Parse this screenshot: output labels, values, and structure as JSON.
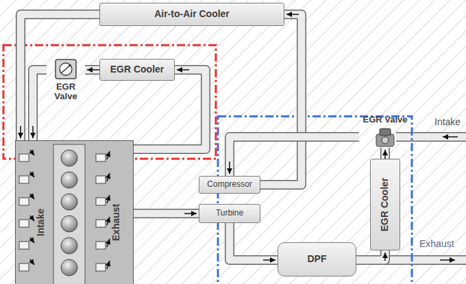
{
  "diagram": {
    "nodes": [
      {
        "text": [
          "Air-to-Air Cooler"
        ]
      },
      {
        "text": [
          "EGR Cooler"
        ]
      },
      {
        "text": [
          "EGR Valve"
        ]
      },
      {
        "text": [
          "Intake",
          "Exhaust"
        ]
      },
      {
        "text": [
          "Compressor"
        ]
      },
      {
        "text": [
          "Turbine"
        ]
      },
      {
        "text": [
          "DPF"
        ]
      },
      {
        "text": [
          "EGR Valve"
        ]
      },
      {
        "text": [
          "EGR Cooler"
        ]
      }
    ],
    "edges": [
      {
        "from": 4,
        "to": 0,
        "arrow": "to"
      },
      {
        "from": 0,
        "to": 3,
        "arrow": "to"
      },
      {
        "from": 3,
        "to": 1,
        "arrow": "to"
      },
      {
        "from": 1,
        "to": 2,
        "arrow": "to"
      },
      {
        "from": 2,
        "to": 3,
        "arrow": "to"
      },
      {
        "from": 3,
        "to": 5,
        "arrow": "to"
      },
      {
        "from": 5,
        "to": 6,
        "arrow": "to"
      },
      {
        "from": 6,
        "to": 8,
        "arrow": "to"
      },
      {
        "from": 8,
        "to": 7,
        "arrow": "to"
      },
      {
        "from": 7,
        "to": 4,
        "arrow": "to"
      }
    ],
    "labels": [
      "Intake",
      "Exhaust"
    ]
  }
}
